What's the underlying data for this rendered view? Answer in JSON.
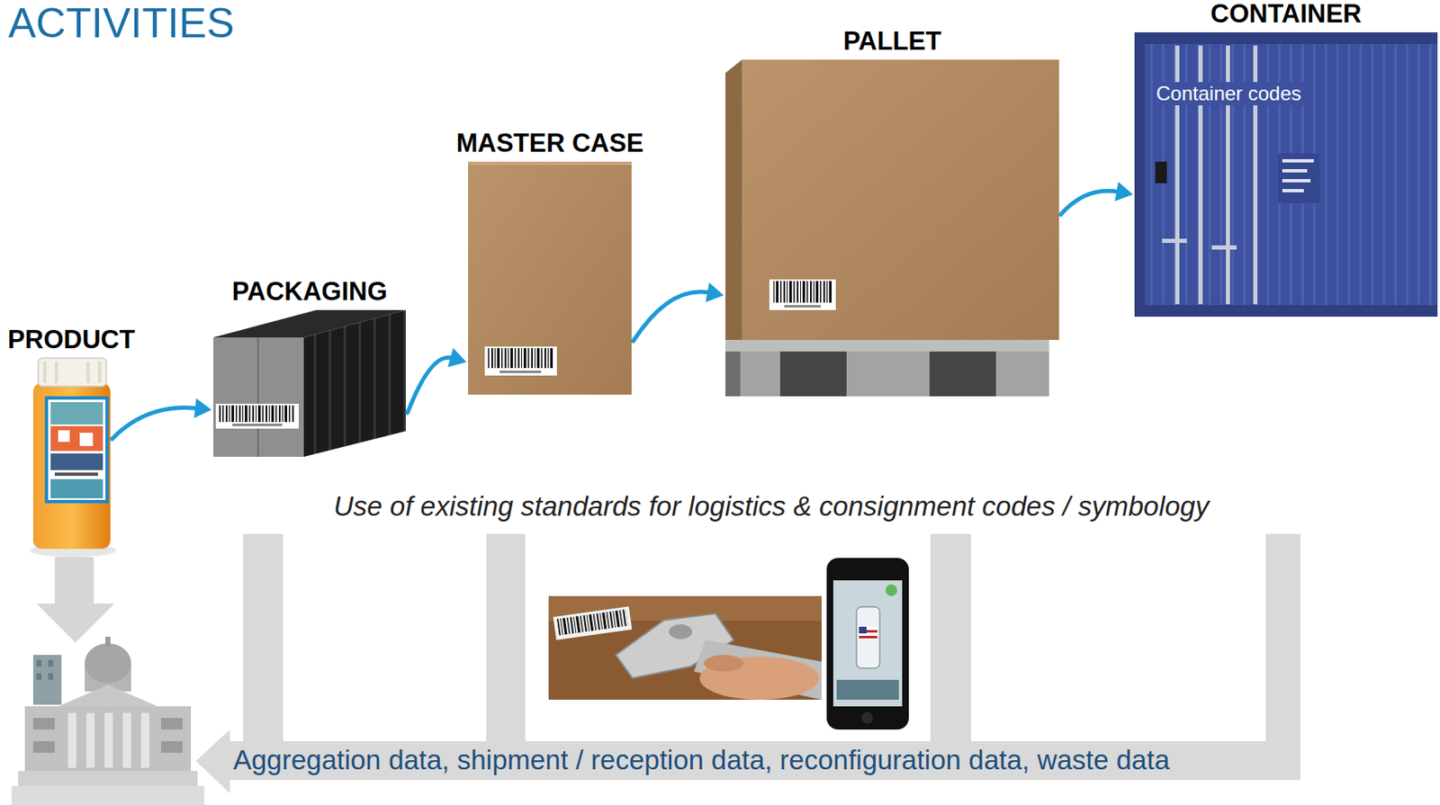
{
  "diagram": {
    "title": "ACTIVITIES",
    "nodes": [
      {
        "text": [
          "PRODUCT"
        ]
      },
      {
        "text": [
          "PACKAGING"
        ]
      },
      {
        "text": [
          "MASTER CASE"
        ]
      },
      {
        "text": [
          "PALLET"
        ]
      },
      {
        "text": [
          "CONTAINER",
          "Container codes"
        ]
      }
    ],
    "edges": [
      {
        "from": 0,
        "to": 1,
        "arrow": "to"
      },
      {
        "from": 1,
        "to": 2,
        "arrow": "to"
      },
      {
        "from": 2,
        "to": 3,
        "arrow": "to"
      },
      {
        "from": 3,
        "to": 4,
        "arrow": "to"
      }
    ],
    "labels": [
      "Use of existing standards for logistics & consignment codes / symbology",
      "Aggregation data, shipment / reception data, reconfiguration data, waste data"
    ]
  }
}
